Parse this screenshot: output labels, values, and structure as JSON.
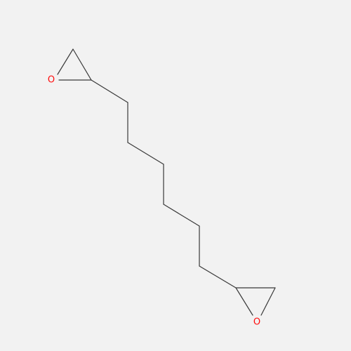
{
  "molecule": {
    "atoms": [
      {
        "id": "o1",
        "element": "O",
        "label": "O",
        "color": "#ff0d0d"
      },
      {
        "id": "o2",
        "element": "O",
        "label": "O",
        "color": "#ff0d0d"
      }
    ],
    "bond_color": "#3a3a3a",
    "background": "#f2f2f2"
  }
}
